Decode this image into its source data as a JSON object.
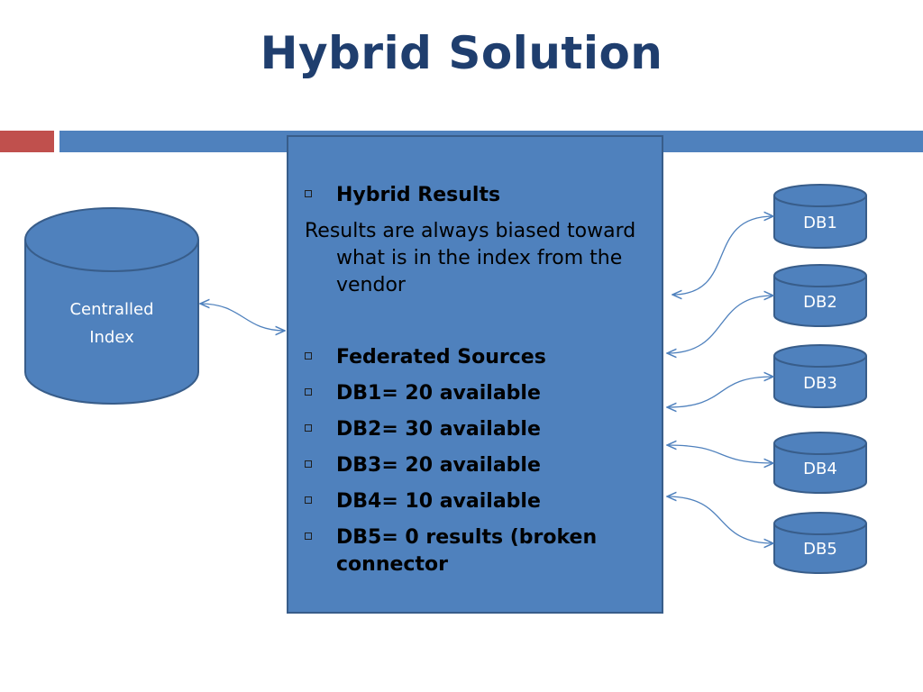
{
  "slide": {
    "title": "Hybrid Solution"
  },
  "index_cylinder": {
    "label_line1": "Centralled",
    "label_line2": "Index"
  },
  "panel": {
    "hybrid_heading": "Hybrid Results",
    "hybrid_text": "Results are always biased toward what is in the index from the vendor",
    "federated_heading": "Federated Sources",
    "items": [
      "DB1= 20 available",
      "DB2= 30 available",
      "DB3= 20 available",
      "DB4= 10 available",
      "DB5= 0 results (broken connector"
    ]
  },
  "databases": [
    "DB1",
    "DB2",
    "DB3",
    "DB4",
    "DB5"
  ],
  "colors": {
    "title": "#1f3e6e",
    "accent_red": "#c0504d",
    "accent_blue": "#4f81bd",
    "shape_border": "#385d8a"
  }
}
